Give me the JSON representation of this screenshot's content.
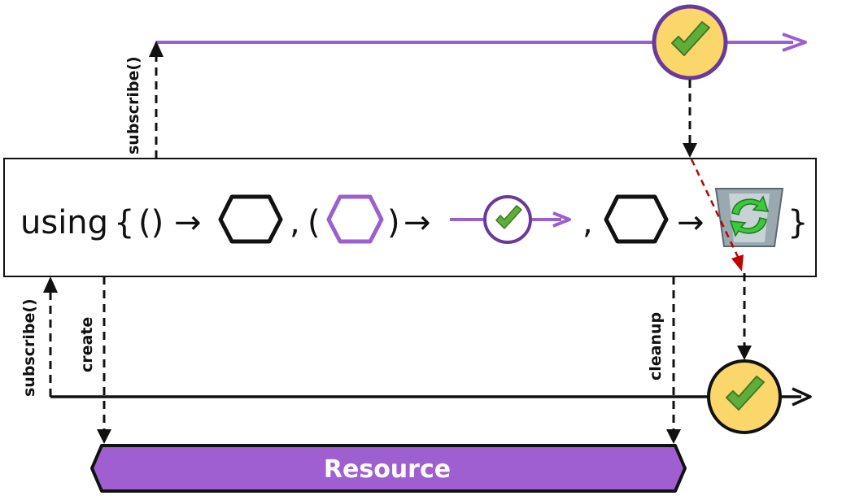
{
  "labels": {
    "subscribe_top": "subscribe()",
    "subscribe_bottom": "subscribe()",
    "create": "create",
    "cleanup": "cleanup",
    "resource": "Resource"
  },
  "code": {
    "keyword": "using",
    "open_brace": "{",
    "unit": "()",
    "arrow": "→",
    "comma": ",",
    "open_paren": "(",
    "close_paren": ")",
    "close_brace": "}"
  },
  "colors": {
    "purple": "#9b5fd0",
    "purple_dark": "#6a3a9a",
    "resource_fill": "#a05fd0",
    "completion_fill": "#fbd66a",
    "check": "#5fae3a",
    "red_arrow": "#c00000"
  },
  "icons": {
    "completion": "check-icon",
    "cleanup": "recycle-bin-icon"
  }
}
